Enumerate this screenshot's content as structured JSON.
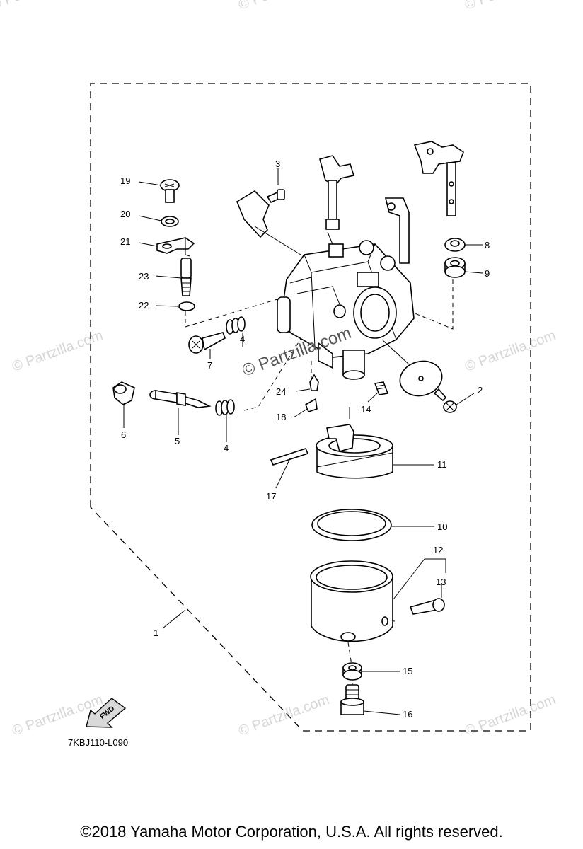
{
  "diagram": {
    "callouts": {
      "p1": "1",
      "p2": "2",
      "p3": "3",
      "p4a": "4",
      "p4b": "4",
      "p5": "5",
      "p6": "6",
      "p7": "7",
      "p8": "8",
      "p9": "9",
      "p10": "10",
      "p11": "11",
      "p12": "12",
      "p13": "13",
      "p14": "14",
      "p15": "15",
      "p16": "16",
      "p17": "17",
      "p18": "18",
      "p19": "19",
      "p20": "20",
      "p21": "21",
      "p22": "22",
      "p23": "23",
      "p24": "24"
    },
    "fwd_label": "FWD",
    "diagram_code": "7KBJ110-L090",
    "watermark": "© Partzilla.com"
  },
  "footer": {
    "copyright": "©2018  Yamaha Motor Corporation, U.S.A. All rights reserved."
  }
}
